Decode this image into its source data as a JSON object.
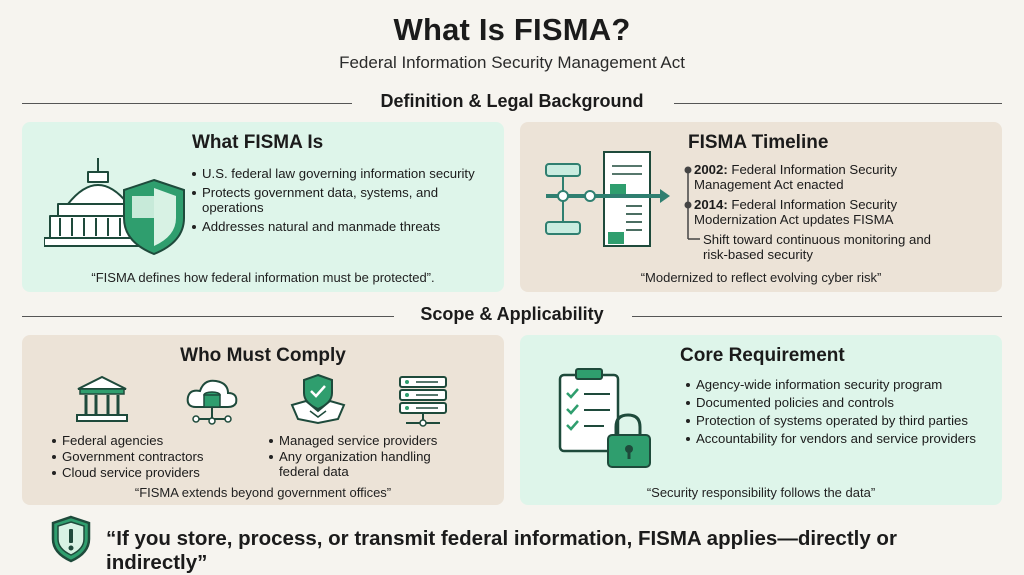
{
  "header": {
    "title": "What Is FISMA?",
    "subtitle": "Federal Information Security Management Act"
  },
  "sections": {
    "definition": "Definition & Legal Background",
    "scope": "Scope & Applicability"
  },
  "what_is": {
    "heading": "What FISMA Is",
    "bullets": [
      "U.S. federal law governing information security",
      "Protects government data, systems, and operations",
      "Addresses natural and manmade threats"
    ],
    "quote": "“FISMA defines how federal information must be protected”."
  },
  "timeline": {
    "heading": "FISMA Timeline",
    "items": [
      {
        "year": "2002:",
        "text": "Federal Information Security Management Act enacted"
      },
      {
        "year": "2014:",
        "text": "Federal Information Security Modernization Act updates FISMA"
      },
      {
        "year": "",
        "text": "Shift toward continuous monitoring and risk-based security"
      }
    ],
    "quote": "“Modernized to reflect evolving cyber risk”"
  },
  "who": {
    "heading": "Who Must Comply",
    "left_bullets": [
      "Federal agencies",
      "Government contractors",
      "Cloud service providers"
    ],
    "right_bullets": [
      "Managed service providers",
      "Any organization handling federal data"
    ],
    "quote": "“FISMA extends beyond government offices”"
  },
  "core": {
    "heading": "Core Requirement",
    "bullets": [
      "Agency-wide information security program",
      "Documented policies and controls",
      "Protection of systems operated by third parties",
      "Accountability for vendors and service providers"
    ],
    "quote": "“Security responsibility follows the data”"
  },
  "footer": {
    "text": "“If you store, process, or transmit federal information, FISMA applies—directly or indirectly”"
  },
  "colors": {
    "accent_green": "#2f9e6e",
    "dark_green": "#1e5a44",
    "panel_green": "#def5ea",
    "panel_tan": "#ece3d7"
  },
  "icons": [
    "capitol-icon",
    "shield-check-icon",
    "document-timeline-icon",
    "bank-icon",
    "cloud-database-icon",
    "handshake-shield-icon",
    "server-icon",
    "checklist-lock-icon",
    "shield-alert-icon"
  ]
}
